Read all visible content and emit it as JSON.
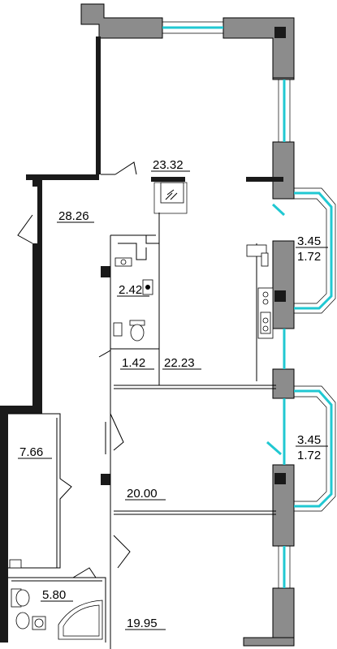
{
  "plan": {
    "rooms": [
      {
        "id": "balcony-top",
        "area": "23.32"
      },
      {
        "id": "hall",
        "area": "28.26"
      },
      {
        "id": "storage",
        "area": "2.42"
      },
      {
        "id": "wc",
        "area": "1.42"
      },
      {
        "id": "kitchen",
        "area": "22.23"
      },
      {
        "id": "room-1",
        "area": "20.00"
      },
      {
        "id": "dressing",
        "area": "7.66"
      },
      {
        "id": "bathroom",
        "area": "5.80"
      },
      {
        "id": "room-2",
        "area": "19.95"
      }
    ],
    "bay_windows": [
      {
        "id": "bay-upper",
        "area_total": "3.45",
        "area_reduced": "1.72"
      },
      {
        "id": "bay-lower",
        "area_total": "3.45",
        "area_reduced": "1.72"
      }
    ],
    "colors": {
      "glazing": "#20c8d2",
      "wall": "#8c8c8c",
      "wall_dark": "#1a1a1a"
    },
    "icons": [
      "electrical-panel-icon",
      "toilet-icon",
      "washbasin-icon",
      "bathtub-icon",
      "kitchen-sink-icon",
      "stove-icon"
    ]
  }
}
